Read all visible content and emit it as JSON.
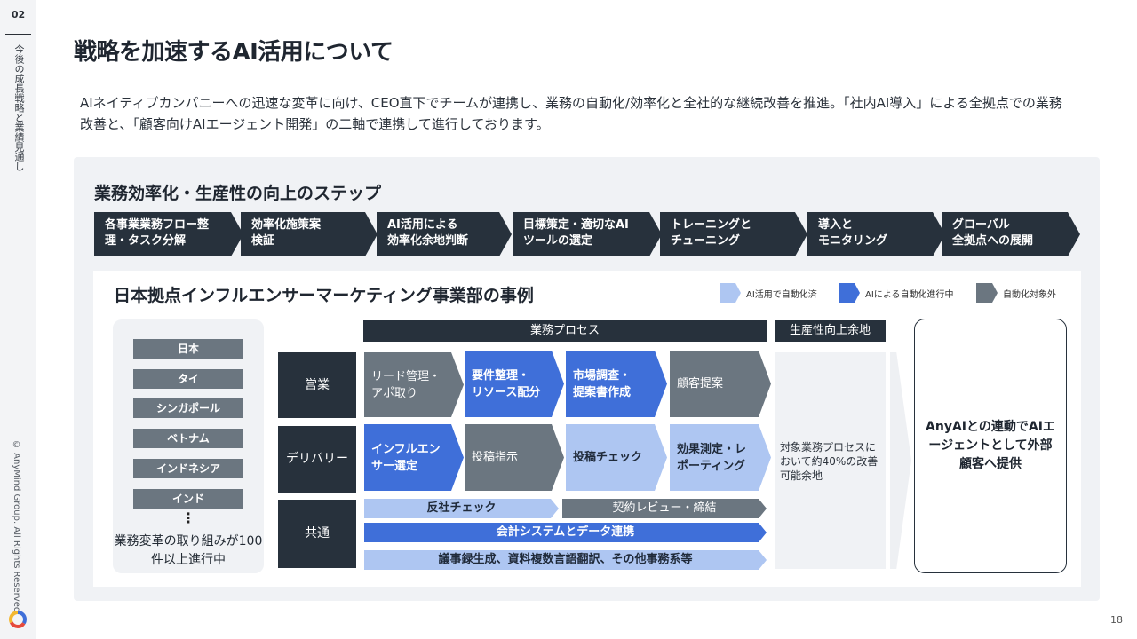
{
  "rail": {
    "number": "02",
    "section": "今後の成長戦略と業績見通し",
    "copyright": "© AnyMind Group. All Rights Reserved."
  },
  "title": "戦略を加速するAI活用について",
  "lead": "AIネイティブカンパニーへの迅速な変革に向け、CEO直下でチームが連携し、業務の自動化/効率化と全社的な継続改善を推進。「社内AI導入」による全拠点での業務改善と、「顧客向けAIエージェント開発」の二軸で連携して進行しております。",
  "steps_title": "業務効率化・生産性の向上のステップ",
  "steps": [
    {
      "l1": "各事業業務フロー整",
      "l2": "理・タスク分解"
    },
    {
      "l1": "効率化施策案",
      "l2": "検証"
    },
    {
      "l1": "AI活用による",
      "l2": "効率化余地判断"
    },
    {
      "l1": "目標策定・適切なAI",
      "l2": "ツールの選定"
    },
    {
      "l1": "トレーニングと",
      "l2": "チューニング"
    },
    {
      "l1": "導入と",
      "l2": "モニタリング"
    },
    {
      "l1": "グローバル",
      "l2": "全拠点への展開"
    }
  ],
  "case_title": "日本拠点インフルエンサーマーケティング事業部の事例",
  "legend": [
    {
      "label": "AI活用で自動化済",
      "color": "#aec6f2"
    },
    {
      "label": "AIによる自動化進行中",
      "color": "#3f6fd9"
    },
    {
      "label": "自動化対象外",
      "color": "#6b7680"
    }
  ],
  "countries": [
    "日本",
    "タイ",
    "シンガポール",
    "ベトナム",
    "インドネシア",
    "インド"
  ],
  "countries_ellipsis": "⋮",
  "countries_note": "業務変革の取り組みが100件以上進行中",
  "headers": {
    "process": "業務プロセス",
    "productivity": "生産性向上余地"
  },
  "rows": {
    "sales": {
      "label": "営業",
      "items": [
        {
          "l1": "リード管理・",
          "l2": "アポ取り",
          "state": "gray"
        },
        {
          "l1": "要件整理・",
          "l2": "リソース配分",
          "state": "blue"
        },
        {
          "l1": "市場調査・",
          "l2": "提案書作成",
          "state": "blue"
        },
        {
          "l1": "顧客提案",
          "l2": "",
          "state": "gray"
        }
      ]
    },
    "delivery": {
      "label": "デリバリー",
      "items": [
        {
          "l1": "インフルエン",
          "l2": "サー選定",
          "state": "blue"
        },
        {
          "l1": "投稿指示",
          "l2": "",
          "state": "gray"
        },
        {
          "l1": "投稿チェック",
          "l2": "",
          "state": "light"
        },
        {
          "l1": "効果測定・レ",
          "l2": "ポーティング",
          "state": "light"
        }
      ]
    },
    "common": {
      "label": "共通",
      "bars": [
        {
          "text": "反社チェック",
          "state": "light"
        },
        {
          "text": "契約レビュー・締結",
          "state": "gray"
        },
        {
          "text": "会計システムとデータ連携",
          "state": "blue"
        },
        {
          "text": "議事録生成、資料複数言語翻訳、その他事務系等",
          "state": "light"
        }
      ]
    }
  },
  "improvement_text": "対象業務プロセスにおいて約40%の改善可能余地",
  "final_text": "AnyAIとの連動でAIエージェントとして外部顧客へ提供",
  "page_number": "18",
  "colors": {
    "dark": "#27313c",
    "blue": "#3f6fd9",
    "light": "#aec6f2",
    "gray": "#6b7680"
  }
}
